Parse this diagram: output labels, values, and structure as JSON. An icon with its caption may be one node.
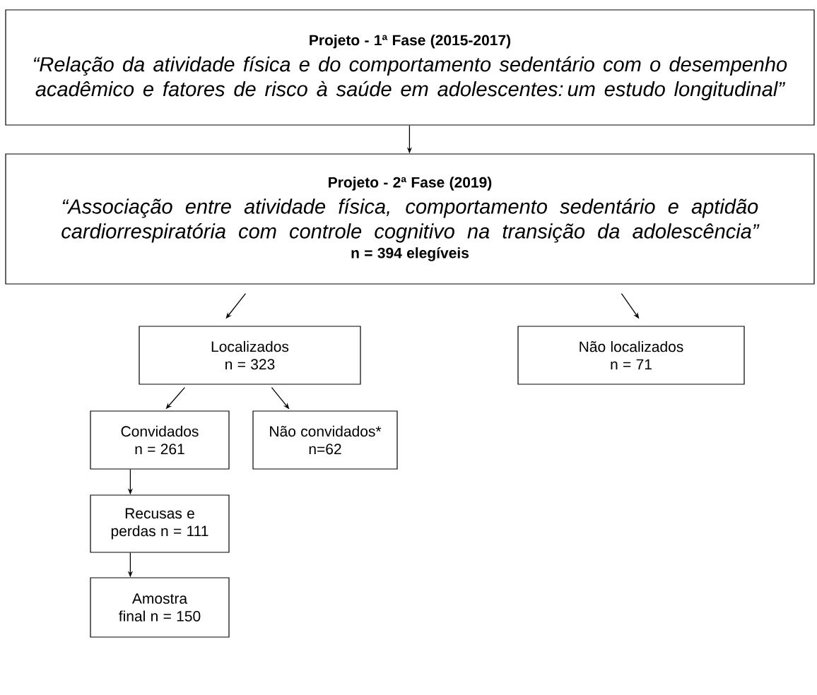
{
  "diagram": {
    "nodes": [
      {
        "text": [
          "Projeto - 1ª Fase (2015-2017)",
          "“Relação da atividade física e do comportamento sedentário com o desempenho acadêmico e fatores de risco à saúde em adolescentes: um estudo longitudinal”"
        ]
      },
      {
        "text": [
          "Projeto - 2ª Fase (2019)",
          "“Associação entre atividade física, comportamento sedentário e aptidão cardiorrespiratória com controle cognitivo na transição da adolescência”",
          "n = 394 elegíveis"
        ]
      },
      {
        "text": [
          "Localizados n = 323"
        ]
      },
      {
        "text": [
          "Não localizados n = 71"
        ]
      },
      {
        "text": [
          "Convidados n = 261"
        ]
      },
      {
        "text": [
          "Não convidados* n=62"
        ]
      },
      {
        "text": [
          "Recusas e perdas n = 111"
        ]
      },
      {
        "text": [
          "Amostra final n = 150"
        ]
      }
    ],
    "edges": [
      {
        "from": 0,
        "to": 1,
        "arrow": "to"
      },
      {
        "from": 1,
        "to": 2,
        "arrow": "to"
      },
      {
        "from": 1,
        "to": 3,
        "arrow": "to"
      },
      {
        "from": 2,
        "to": 4,
        "arrow": "to"
      },
      {
        "from": 2,
        "to": 5,
        "arrow": "to"
      },
      {
        "from": 4,
        "to": 6,
        "arrow": "to"
      },
      {
        "from": 6,
        "to": 7,
        "arrow": "to"
      }
    ]
  }
}
